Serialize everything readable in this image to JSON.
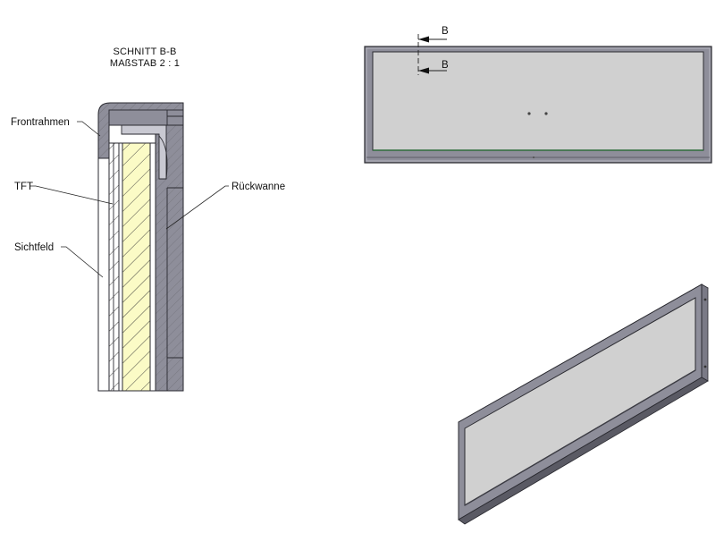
{
  "section": {
    "title_line1": "SCHNITT B-B",
    "title_line2": "MAßSTAB 2 : 1",
    "labels": {
      "frontrahmen": "Frontrahmen",
      "tft": "TFT",
      "sichtfeld": "Sichtfeld",
      "rueckwanne": "Rückwanne"
    }
  },
  "front_view": {
    "cut_marker_top": "B",
    "cut_marker_bottom": "B"
  },
  "colors": {
    "frame_fill": "#8e8e9a",
    "frame_dark": "#3c3c44",
    "frame_light": "#b4b4be",
    "screen_fill": "#d0d0d0",
    "tft_fill": "#fbfbc6",
    "accent_green": "#2e6b3a"
  }
}
